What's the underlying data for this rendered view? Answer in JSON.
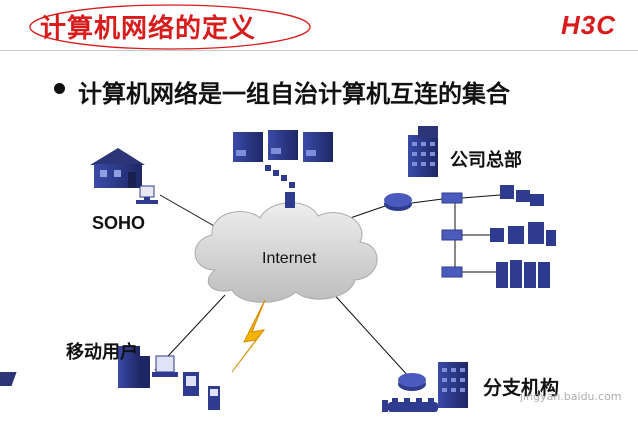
{
  "header": {
    "title": "计算机网络的定义",
    "logo_text": "H3C"
  },
  "bullet": {
    "text": "计算机网络是一组自治计算机互连的集合"
  },
  "diagram": {
    "center_label": "Internet",
    "nodes": {
      "soho": "SOHO",
      "headquarters": "公司总部",
      "mobile_users": "移动用户",
      "branch": "分支机构"
    }
  },
  "watermark": "jingyan.baidu.com",
  "colors": {
    "title": "#d81b1b",
    "device_blue": "#2f3b8f",
    "cloud": "#d9d9d9"
  }
}
